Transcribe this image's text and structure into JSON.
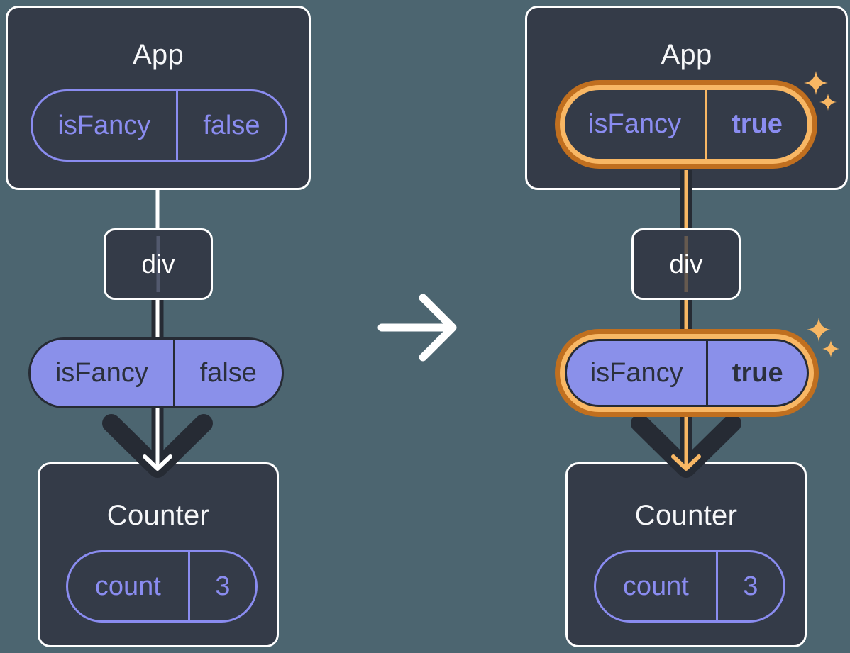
{
  "before": {
    "app": {
      "title": "App",
      "state": {
        "name": "isFancy",
        "value": "false"
      }
    },
    "div_label": "div",
    "prop": {
      "name": "isFancy",
      "value": "false"
    },
    "counter": {
      "title": "Counter",
      "state": {
        "name": "count",
        "value": "3"
      }
    }
  },
  "after": {
    "app": {
      "title": "App",
      "state": {
        "name": "isFancy",
        "value": "true"
      }
    },
    "div_label": "div",
    "prop": {
      "name": "isFancy",
      "value": "true"
    },
    "counter": {
      "title": "Counter",
      "state": {
        "name": "count",
        "value": "3"
      }
    }
  },
  "icons": {
    "transition_arrow": "right-arrow",
    "sparkle": "four-point-sparkle"
  },
  "colors": {
    "background": "#4C6570",
    "card": "#343B48",
    "card_border": "#FFFFFF",
    "purple": "#8A8CF0",
    "purple_fill": "#8A90EA",
    "dark_line": "#262B34",
    "orange_dark": "#C06F1F",
    "orange_light": "#F8B764",
    "title_text": "#F6F7F9",
    "text_on_purple": "#2B303C"
  }
}
